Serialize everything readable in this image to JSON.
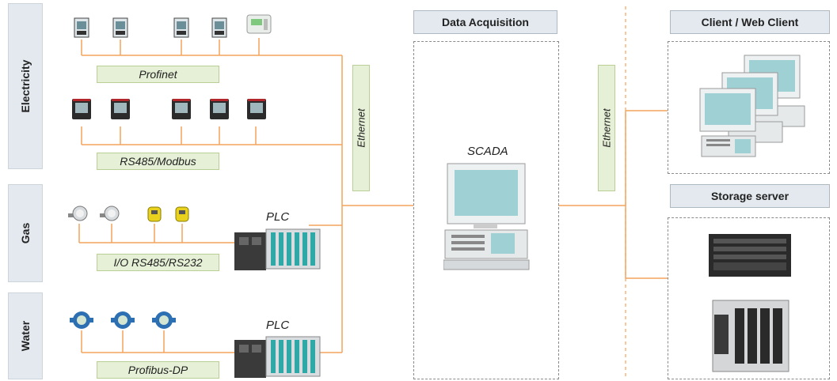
{
  "sections": {
    "electricity": "Electricity",
    "gas": "Gas",
    "water": "Water"
  },
  "buses": {
    "profinet": "Profinet",
    "rs485_modbus": "RS485/Modbus",
    "io_rs485_rs232": "I/O RS485/RS232",
    "profibus_dp": "Profibus-DP",
    "ethernet_left": "Ethernet",
    "ethernet_right": "Ethernet"
  },
  "headers": {
    "data_acquisition": "Data Acquisition",
    "client_web_client": "Client / Web Client",
    "storage_server": "Storage server"
  },
  "labels": {
    "scada": "SCADA",
    "plc_gas": "PLC",
    "plc_water": "PLC"
  },
  "colors": {
    "connector": "#f4a35b",
    "bus_fill": "#e6f0d6",
    "header_fill": "#e3e9ee"
  }
}
